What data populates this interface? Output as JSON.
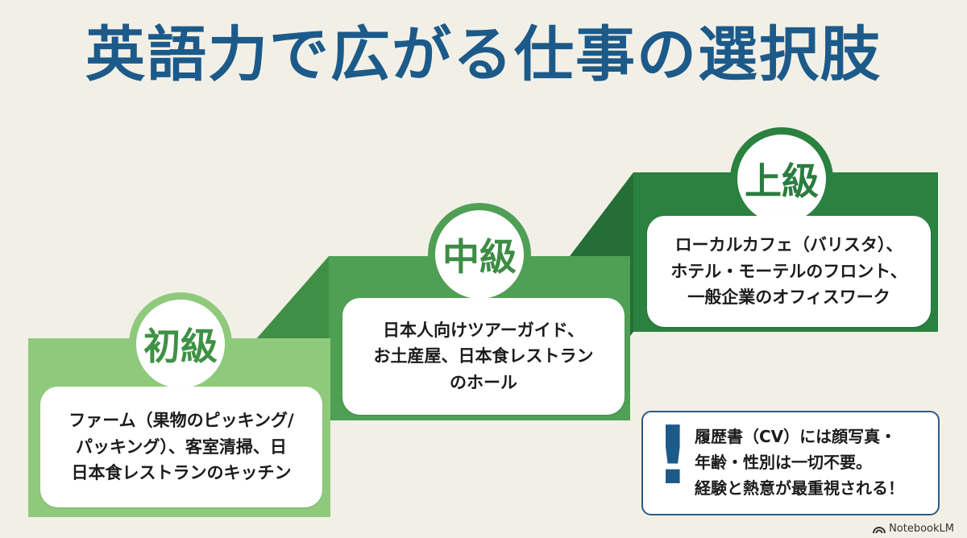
{
  "title": "英語力で広がる仕事の選択肢",
  "colors": {
    "beginner": "#8fca7c",
    "intermediate": "#4f9f55",
    "advanced": "#2a8140",
    "title": "#1c5a8a"
  },
  "levels": [
    {
      "name": "初級",
      "jobs_lines": [
        "ファーム（果物のピッキング/",
        "パッキング）、客室清掃、日",
        "日本食レストランのキッチン"
      ]
    },
    {
      "name": "中級",
      "jobs_lines": [
        "日本人向けツアーガイド、",
        "お土産屋、日本食レストラン",
        "のホール"
      ]
    },
    {
      "name": "上級",
      "jobs_lines": [
        "ローカルカフェ（バリスタ）、",
        "ホテル・モーテルのフロント、",
        "一般企業のオフィスワーク"
      ]
    }
  ],
  "note": {
    "mark": "!",
    "lines": [
      "履歴書（CV）には顔写真・",
      "年齢・性別は一切不要。",
      "経験と熱意が最重視される！"
    ]
  },
  "footer": {
    "brand": "NotebookLM",
    "icon": "notebooklm-logo-icon"
  }
}
